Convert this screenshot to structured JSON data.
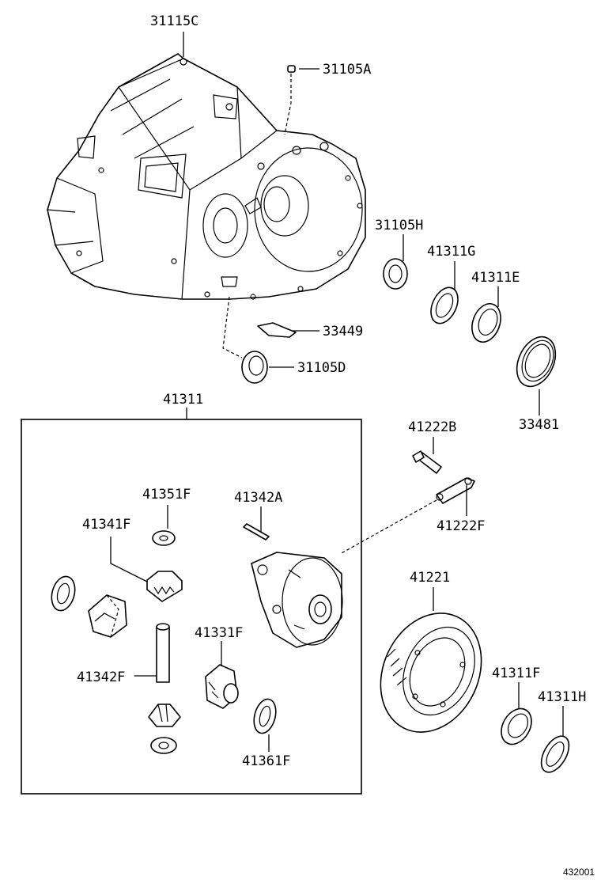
{
  "labels": {
    "p31115C": "31115C",
    "p31105A": "31105A",
    "p31105H": "31105H",
    "p41311G": "41311G",
    "p41311E": "41311E",
    "p33449": "33449",
    "p31105D": "31105D",
    "p33481": "33481",
    "p41311": "41311",
    "p41222B": "41222B",
    "p41222F": "41222F",
    "p41351F": "41351F",
    "p41342A": "41342A",
    "p41341F": "41341F",
    "p41331F": "41331F",
    "p41342F": "41342F",
    "p41361F": "41361F",
    "p41221": "41221",
    "p41311F": "41311F",
    "p41311H": "41311H"
  },
  "figure_number": "432001"
}
